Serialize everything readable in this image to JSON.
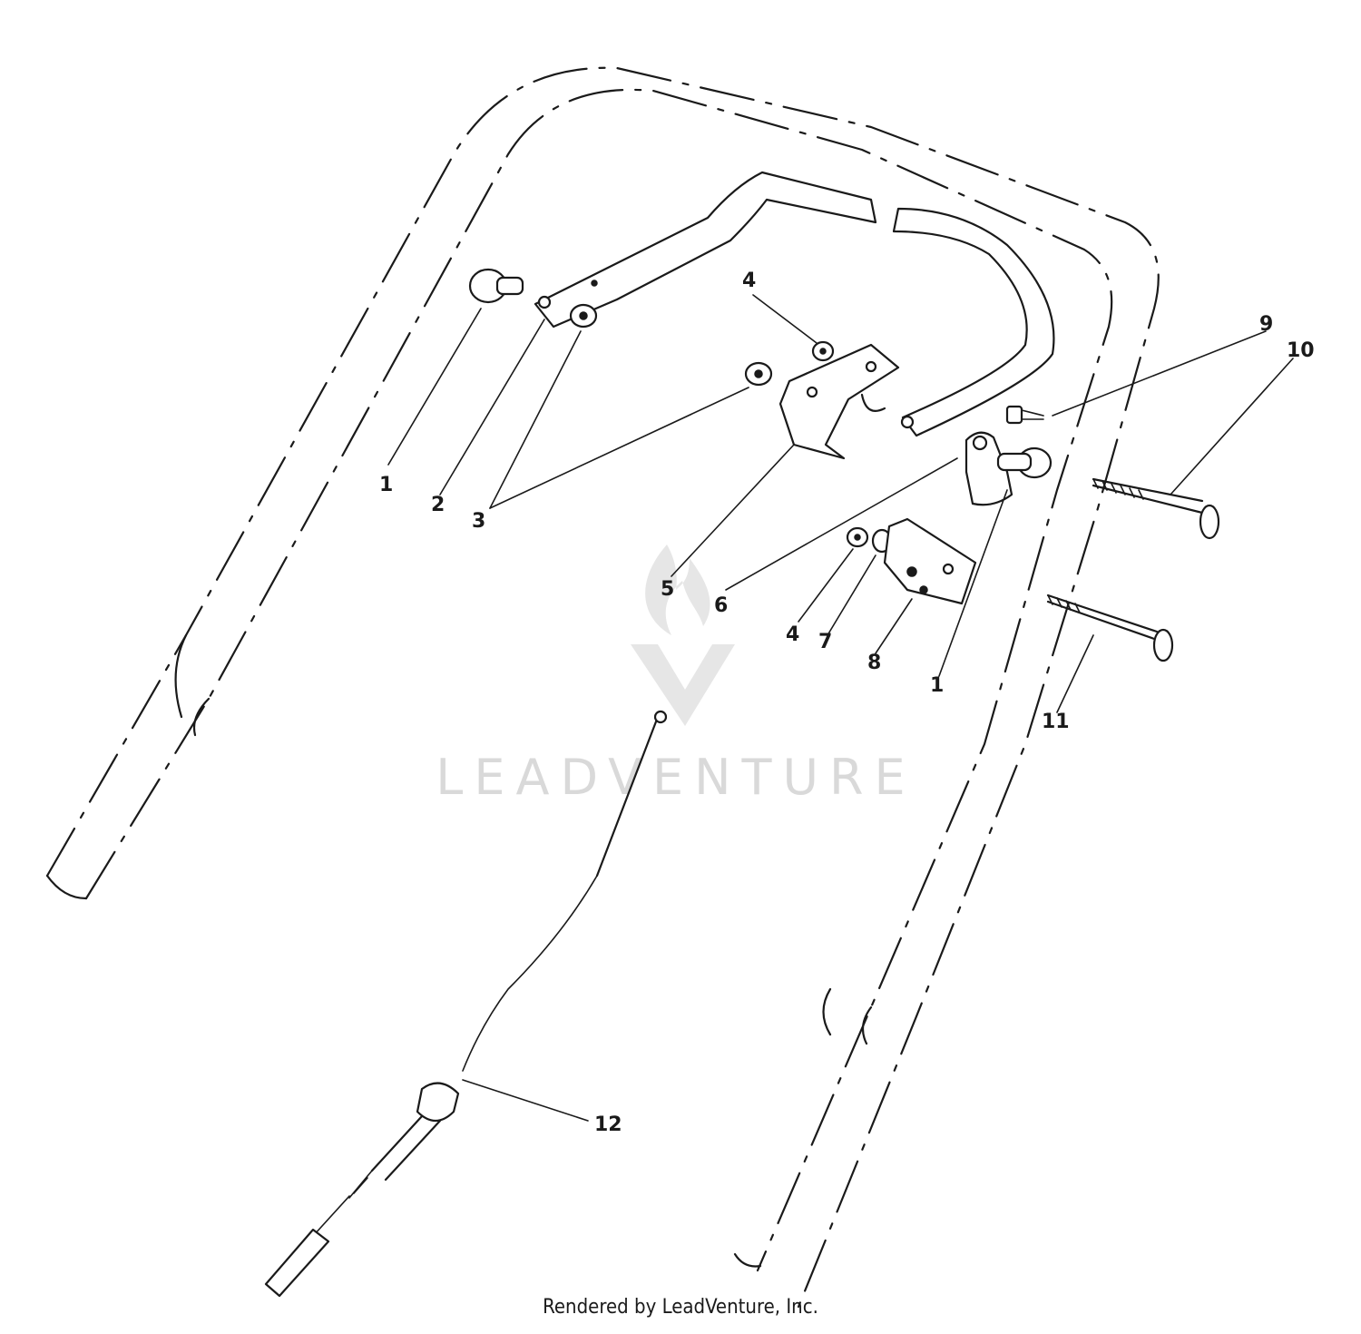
{
  "callouts": [
    "1",
    "2",
    "3",
    "4",
    "5",
    "6",
    "7",
    "8",
    "9",
    "10",
    "11",
    "12"
  ],
  "watermark": "LEADVENTURE",
  "footer": "Rendered by LeadVenture, Inc."
}
